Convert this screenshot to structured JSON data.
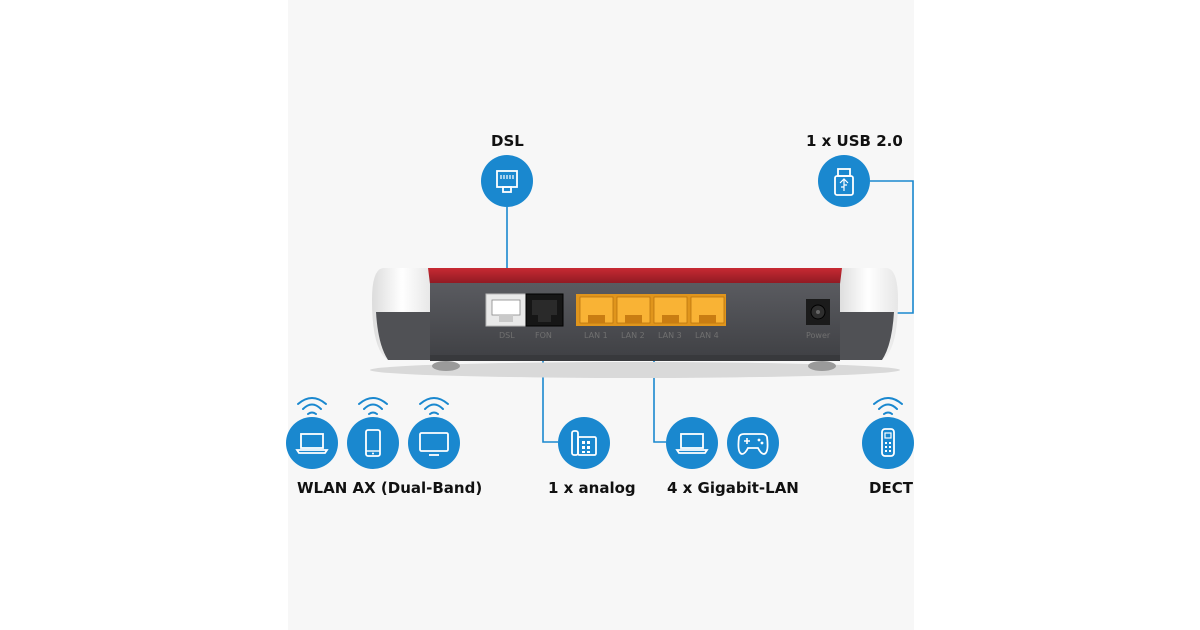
{
  "labels": {
    "dsl": "DSL",
    "usb": "1 x USB 2.0",
    "wlan": "WLAN AX (Dual-Band)",
    "analog": "1 x analog",
    "lan": "4 x Gigabit-LAN",
    "dect": "DECT"
  },
  "ports": {
    "dsl": "DSL",
    "fon": "FON",
    "lan1": "LAN 1",
    "lan2": "LAN 2",
    "lan3": "LAN 3",
    "lan4": "LAN 4",
    "power": "Power"
  },
  "colors": {
    "accent_blue": "#1a88cf",
    "router_red": "#b2222c",
    "router_body": "#4d4e53",
    "lan_port": "#f5a623"
  },
  "icons": {
    "dsl": "ethernet-port-icon",
    "usb": "usb-stick-icon",
    "wlan_1": "laptop-icon",
    "wlan_2": "smartphone-icon",
    "wlan_3": "monitor-icon",
    "analog": "desk-phone-icon",
    "lan_1": "laptop-icon",
    "lan_2": "gamepad-icon",
    "dect": "cordless-phone-icon",
    "wireless": "wifi-waves-icon"
  }
}
